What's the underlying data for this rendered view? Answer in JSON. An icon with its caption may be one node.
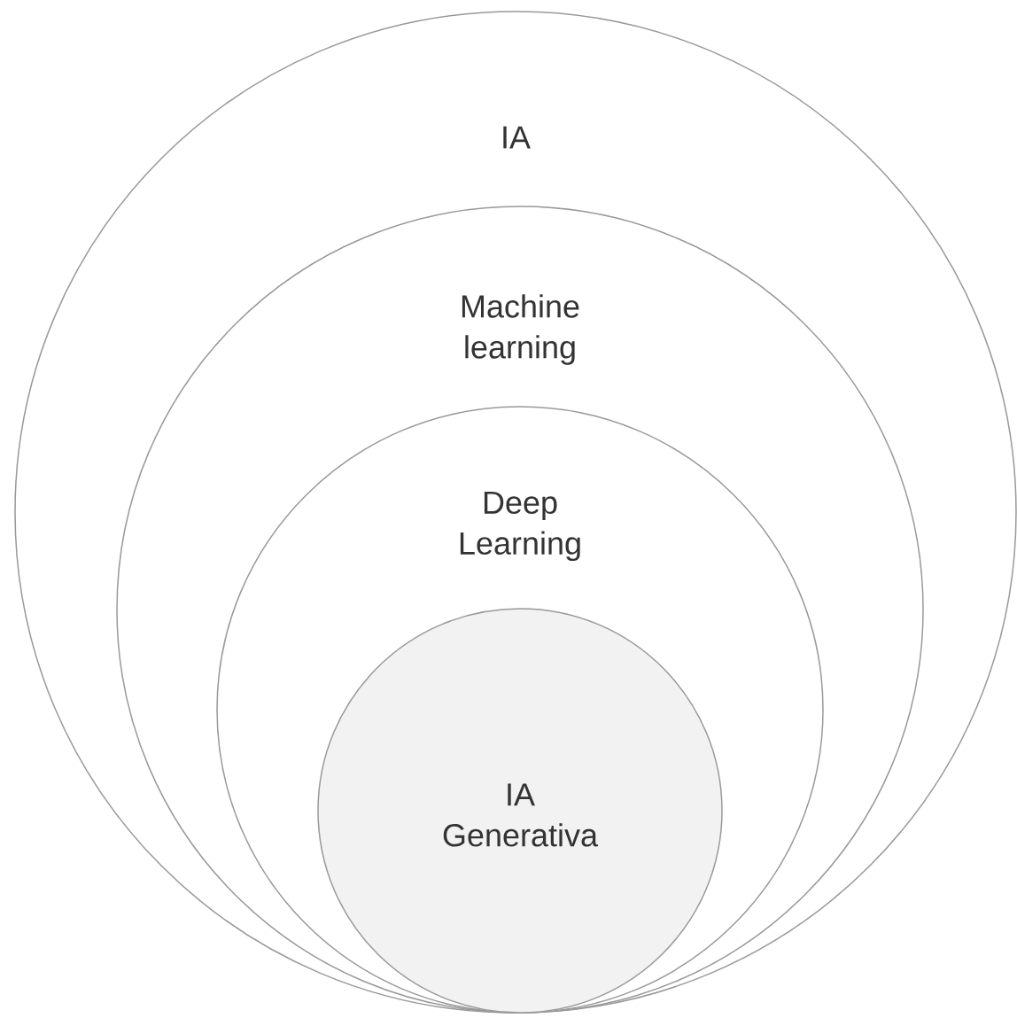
{
  "diagram": {
    "nodes": [
      {
        "text": [
          "IA"
        ]
      },
      {
        "text": [
          "Machine learning"
        ],
        "in": 0
      },
      {
        "text": [
          "Deep Learning"
        ],
        "in": 1
      },
      {
        "text": [
          "IA Generativa"
        ],
        "in": 2
      }
    ]
  }
}
